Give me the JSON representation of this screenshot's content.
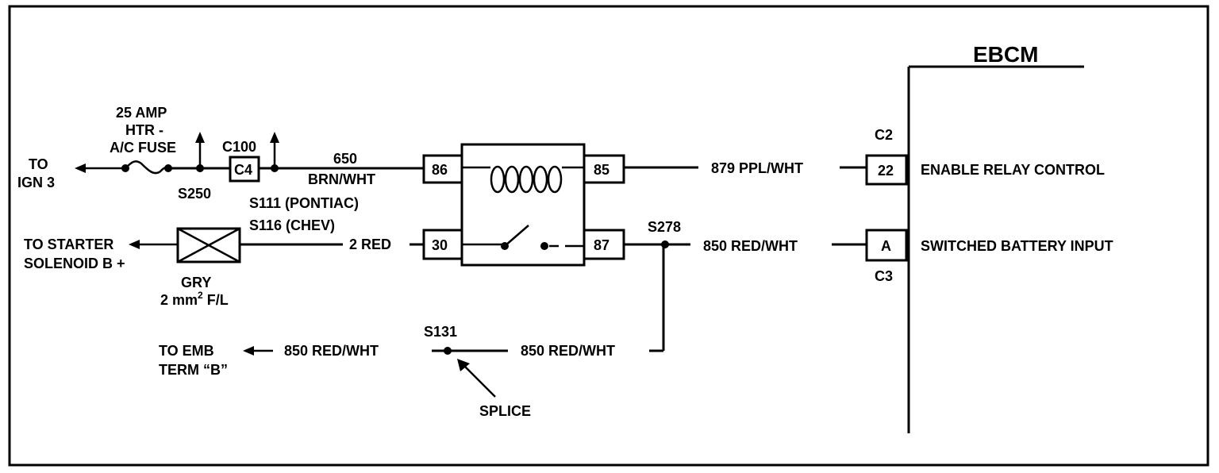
{
  "module": {
    "name": "EBCM"
  },
  "fuse": {
    "rating": "25 AMP",
    "name_line1": "HTR -",
    "name_line2": "A/C FUSE"
  },
  "feed": {
    "line1": "TO",
    "line2": "IGN 3"
  },
  "splices": {
    "s250": "S250",
    "c100": "C100",
    "s111": "S111 (PONTIAC)",
    "s116": "S116 (CHEV)",
    "s278": "S278",
    "s131": "S131",
    "splice_callout": "SPLICE"
  },
  "connector_c4": "C4",
  "wires": {
    "w650_num": "650",
    "w650_color": "BRN/WHT",
    "w879": "879 PPL/WHT",
    "w2red": "2 RED",
    "w850_module": "850 RED/WHT",
    "w850_left": "850 RED/WHT",
    "w850_right": "850 RED/WHT"
  },
  "relay": {
    "pin86": "86",
    "pin85": "85",
    "pin30": "30",
    "pin87": "87"
  },
  "starter": {
    "line1": "TO STARTER",
    "line2": "SOLENOID B +",
    "fusible_color": "GRY",
    "fusible_size_pre": "2 mm",
    "fusible_size_sup": "2",
    "fusible_size_post": " F/L"
  },
  "emb": {
    "line1": "TO EMB",
    "line2": "TERM “B”"
  },
  "ebcm_pins": {
    "c2": "C2",
    "pin22": "22",
    "pin22_desc": "ENABLE RELAY CONTROL",
    "pinA": "A",
    "pinA_desc": "SWITCHED BATTERY INPUT",
    "c3": "C3"
  }
}
